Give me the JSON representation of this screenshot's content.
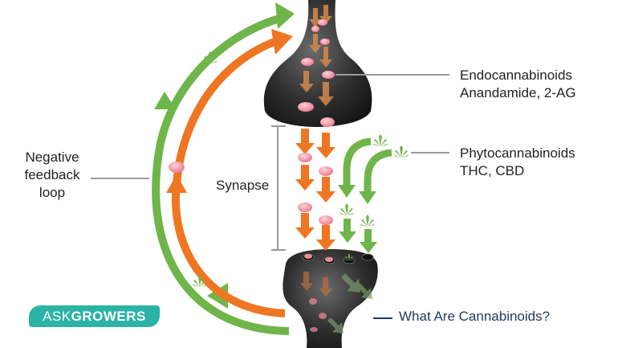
{
  "labels": {
    "endocannabinoids": [
      "Endocannabinoids",
      "Anandamide, 2-AG"
    ],
    "phytocannabinoids": [
      "Phytocannabinoids",
      "THC, CBD"
    ],
    "negative_feedback": [
      "Negative",
      "feedback",
      "loop"
    ],
    "synapse": "Synapse"
  },
  "brand": {
    "prefix": "ASK",
    "bold": "GROWERS"
  },
  "caption": "What Are Cannabinoids?",
  "colors": {
    "orange": "#ee7623",
    "green": "#6fb54a",
    "neuron": "#2f2f2f",
    "vesicle": "#f08c9a",
    "brand": "#2bb3a6",
    "caption": "#1e3a5f",
    "pointer_line": "#9a9a9a"
  }
}
